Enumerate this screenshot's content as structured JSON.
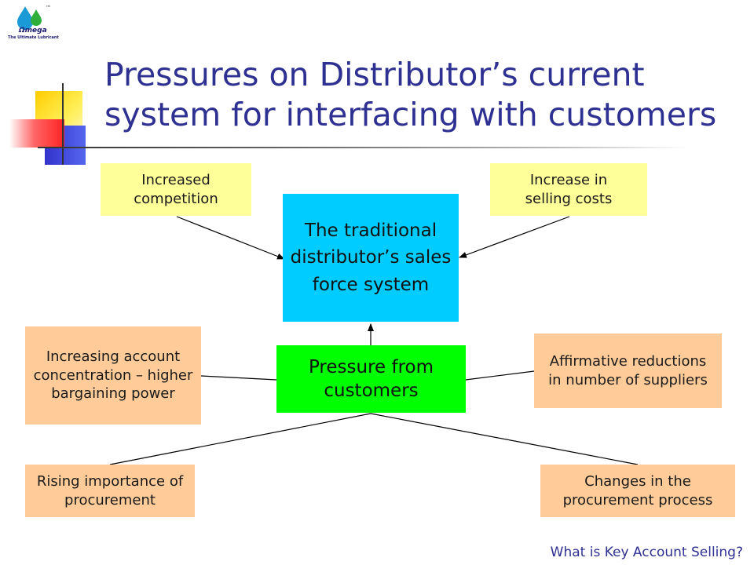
{
  "logo": {
    "brand": "Ωmega",
    "tagline": "The Ultimate Lubricant",
    "tm": "™"
  },
  "title": "Pressures on Distributor’s current system for interfacing with customers",
  "diagram": {
    "center": "The traditional distributor’s sales force system",
    "pressure": "Pressure from customers",
    "top_left": "Increased competition",
    "top_right": "Increase in selling costs",
    "mid_left": "Increasing account concentration – higher bargaining power",
    "mid_right": "Affirmative reductions in number of suppliers",
    "bottom_left": "Rising importance of procurement",
    "bottom_right": "Changes in the procurement process"
  },
  "colors": {
    "title": "#2e3192",
    "yellow_box": "#ffff99",
    "peach_box": "#ffcc99",
    "center_box": "#00ccff",
    "pressure_box": "#00ff00"
  },
  "footer": "What is Key Account Selling?"
}
